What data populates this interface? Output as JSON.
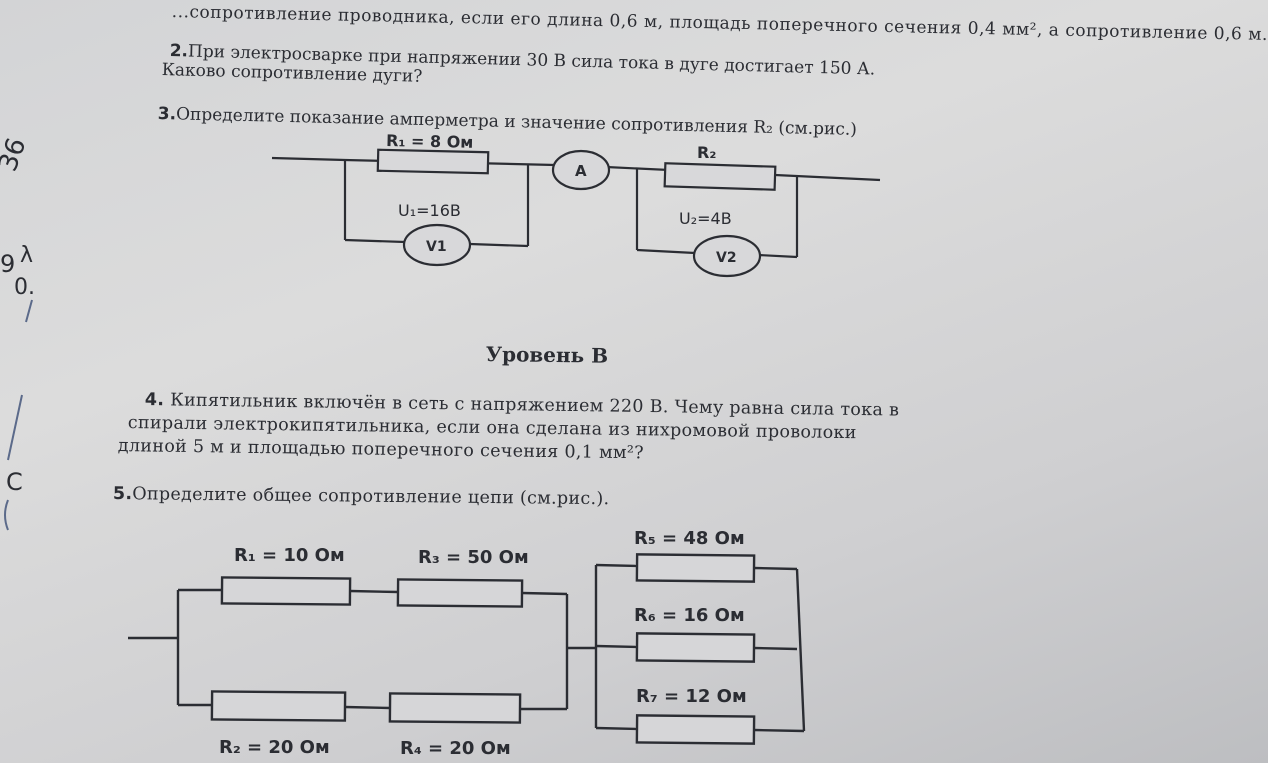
{
  "task1_fragment": "...сопротивление проводника, если его длина 0,6 м, площадь поперечного сечения 0,4 мм², а сопротивление 0,6 м.",
  "task2": {
    "number": "2.",
    "line1": "При электросварке при напряжении 30 В сила тока в дуге достигает 150 А.",
    "line2": "Каково сопротивление дуги?"
  },
  "task3": {
    "number": "3.",
    "text": "Определите показание амперметра и значение сопротивления R₂ (см.рис.)",
    "circuit": {
      "r1_label": "R₁ = 8 Ом",
      "r2_label": "R₂",
      "ammeter": "A",
      "u1_label": "U₁=16В",
      "v1": "V1",
      "u2_label": "U₂=4В",
      "v2": "V2"
    }
  },
  "level_b": "Уровень В",
  "task4": {
    "number": "4.",
    "line1": "Кипятильник включён в сеть с напряжением 220 В. Чему равна сила тока в",
    "line2": "спирали электрокипятильника, если она сделана из нихромовой проволоки",
    "line3": "длиной 5 м и площадью поперечного сечения 0,1 мм²?"
  },
  "task5": {
    "number": "5.",
    "text": "Определите общее сопротивление цепи (см.рис.).",
    "circuit": {
      "r1_label": "R₁ = 10 Ом",
      "r3_label": "R₃ = 50 Ом",
      "r5_label": "R₅ = 48 Ом",
      "r6_label": "R₆ = 16 Ом",
      "r7_label": "R₇ = 12 Ом",
      "r2_label": "R₂ = 20 Ом",
      "r4_label": "R₄ = 20 Ом"
    }
  },
  "margin_notes": [
    "36",
    "9",
    "λ",
    "0.",
    "C"
  ]
}
